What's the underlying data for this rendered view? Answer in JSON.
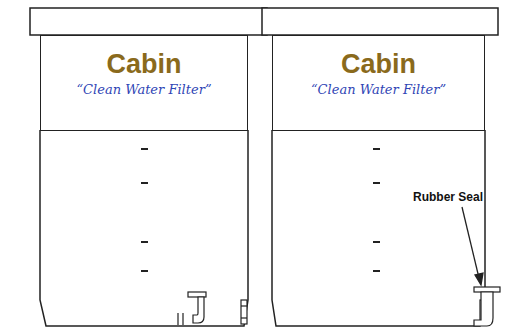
{
  "diagram": {
    "nodes": [
      {
        "text": [
          "Cabin",
          "“Clean Water Filter”"
        ]
      },
      {
        "text": [
          "Cabin",
          "“Clean Water Filter”"
        ]
      }
    ],
    "labels": [
      "Rubber Seal"
    ]
  }
}
